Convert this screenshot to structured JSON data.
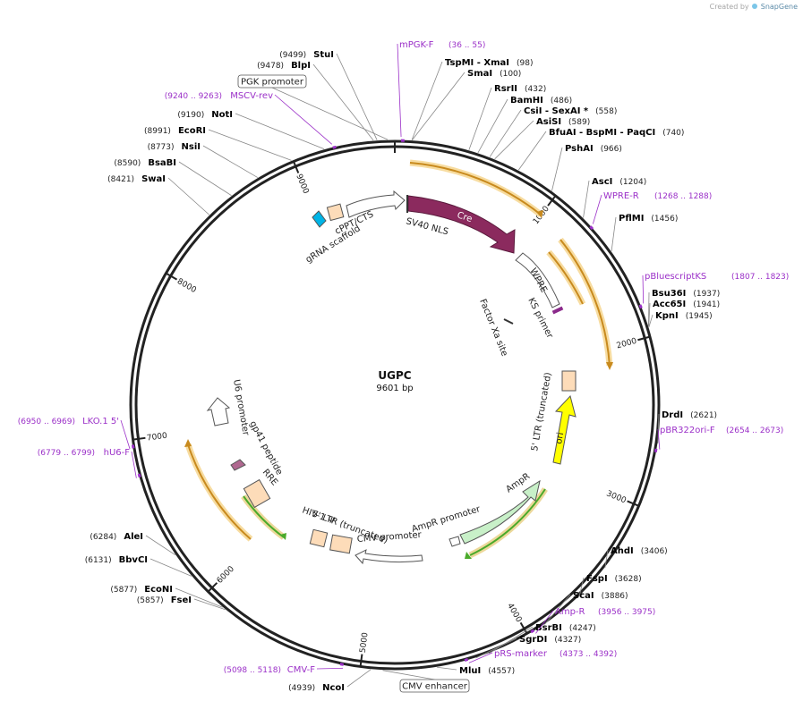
{
  "brand": {
    "created_by": "Created by",
    "name": "SnapGene"
  },
  "plasmid": {
    "name": "UGPC",
    "length_label": "9601 bp",
    "length": 9601
  },
  "colors": {
    "enzyme_text": "#000000",
    "primer": "#9b30c8",
    "cre": "#8b2a5e",
    "orf_highlight": "#f0c878",
    "orf_arrow": "#c88a1e",
    "green_arrow": "#4aaa2a",
    "ampr": "#c8f0c8",
    "ori": "#ffff00",
    "ltr": "#fddcb9",
    "cppt": "#00b4e6",
    "gp41": "#b06890"
  },
  "ticks": [
    {
      "pos": 1000,
      "label": "1000"
    },
    {
      "pos": 2000,
      "label": "2000"
    },
    {
      "pos": 3000,
      "label": "3000"
    },
    {
      "pos": 4000,
      "label": "4000"
    },
    {
      "pos": 5000,
      "label": "5000"
    },
    {
      "pos": 6000,
      "label": "6000"
    },
    {
      "pos": 7000,
      "label": "7000"
    },
    {
      "pos": 8000,
      "label": "8000"
    },
    {
      "pos": 9000,
      "label": "9000"
    }
  ],
  "enzymes": [
    {
      "name": "StuI",
      "pos_label": "(9499)",
      "site": 9499
    },
    {
      "name": "BlpI",
      "pos_label": "(9478)",
      "site": 9478
    },
    {
      "name": "NotI",
      "pos_label": "(9190)",
      "site": 9190
    },
    {
      "name": "EcoRI",
      "pos_label": "(8991)",
      "site": 8991
    },
    {
      "name": "NsiI",
      "pos_label": "(8773)",
      "site": 8773
    },
    {
      "name": "BsaBI",
      "pos_label": "(8590)",
      "site": 8590
    },
    {
      "name": "SwaI",
      "pos_label": "(8421)",
      "site": 8421
    },
    {
      "name": "TspMI  - XmaI",
      "pos_label": "(98)",
      "site": 98
    },
    {
      "name": "SmaI",
      "pos_label": "(100)",
      "site": 100
    },
    {
      "name": "RsrII",
      "pos_label": "(432)",
      "site": 432
    },
    {
      "name": "BamHI",
      "pos_label": "(486)",
      "site": 486
    },
    {
      "name": "CsiI  - SexAI *",
      "pos_label": "(558)",
      "site": 558
    },
    {
      "name": "AsiSI",
      "pos_label": "(589)",
      "site": 589
    },
    {
      "name": "BfuAI  - BspMI  - PaqCI",
      "pos_label": "(740)",
      "site": 740
    },
    {
      "name": "PshAI",
      "pos_label": "(966)",
      "site": 966
    },
    {
      "name": "AscI",
      "pos_label": "(1204)",
      "site": 1204
    },
    {
      "name": "PflMI",
      "pos_label": "(1456)",
      "site": 1456
    },
    {
      "name": "Bsu36I",
      "pos_label": "(1937)",
      "site": 1937
    },
    {
      "name": "Acc65I",
      "pos_label": "(1941)",
      "site": 1941
    },
    {
      "name": "KpnI",
      "pos_label": "(1945)",
      "site": 1945
    },
    {
      "name": "DrdI",
      "pos_label": "(2621)",
      "site": 2621
    },
    {
      "name": "AhdI",
      "pos_label": "(3406)",
      "site": 3406
    },
    {
      "name": "FspI",
      "pos_label": "(3628)",
      "site": 3628
    },
    {
      "name": "ScaI",
      "pos_label": "(3886)",
      "site": 3886
    },
    {
      "name": "BsrBI",
      "pos_label": "(4247)",
      "site": 4247
    },
    {
      "name": "SgrDI",
      "pos_label": "(4327)",
      "site": 4327
    },
    {
      "name": "MluI",
      "pos_label": "(4557)",
      "site": 4557
    },
    {
      "name": "NcoI",
      "pos_label": "(4939)",
      "site": 4939
    },
    {
      "name": "FseI",
      "pos_label": "(5857)",
      "site": 5857
    },
    {
      "name": "EcoNI",
      "pos_label": "(5877)",
      "site": 5877
    },
    {
      "name": "BbvCI",
      "pos_label": "(6131)",
      "site": 6131
    },
    {
      "name": "AleI",
      "pos_label": "(6284)",
      "site": 6284
    }
  ],
  "primers": [
    {
      "name": "mPGK-F",
      "range": "(36 .. 55)",
      "start": 36
    },
    {
      "name": "MSCV-rev",
      "range": "(9240 .. 9263)",
      "start": 9240
    },
    {
      "name": "WPRE-R",
      "range": "(1268 .. 1288)",
      "start": 1268
    },
    {
      "name": "pBluescriptKS",
      "range": "(1807 .. 1823)",
      "start": 1807
    },
    {
      "name": "pBR322ori-F",
      "range": "(2654 .. 2673)",
      "start": 2654
    },
    {
      "name": "Amp-R",
      "range": "(3956 .. 3975)",
      "start": 3956
    },
    {
      "name": "pRS-marker",
      "range": "(4373 .. 4392)",
      "start": 4373
    },
    {
      "name": "CMV-F",
      "range": "(5098 .. 5118)",
      "start": 5098
    },
    {
      "name": "hU6-F",
      "range": "(6779 .. 6799)",
      "start": 6779
    },
    {
      "name": "LKO.1 5'",
      "range": "(6950 .. 6969)",
      "start": 6950
    }
  ],
  "boxed_features": [
    {
      "name": "PGK promoter",
      "site": 9560
    },
    {
      "name": "CMV enhancer",
      "site": 4870
    }
  ],
  "features": [
    {
      "name": "Cre",
      "start": 130,
      "end": 1160
    },
    {
      "name": "SV40 NLS",
      "start": 130,
      "end": 160
    },
    {
      "name": "WPRE",
      "start": 1200,
      "end": 1800
    },
    {
      "name": "KS primer",
      "start": 1790,
      "end": 1830
    },
    {
      "name": "Factor Xa site",
      "start": 1850,
      "end": 1870
    },
    {
      "name": "5' LTR (truncated)",
      "start": 2480,
      "end": 2660
    },
    {
      "name": "ori",
      "start": 2720,
      "end": 3300
    },
    {
      "name": "AmpR",
      "start": 3460,
      "end": 4320
    },
    {
      "name": "AmpR promoter",
      "start": 4320,
      "end": 4430
    },
    {
      "name": "CMV promoter",
      "start": 4930,
      "end": 5280
    },
    {
      "name": "5' LTR (truncated)",
      "start": 5300,
      "end": 5430
    },
    {
      "name": "HIV-1 Ψ",
      "start": 5440,
      "end": 5570
    },
    {
      "name": "RRE",
      "start": 5900,
      "end": 6080
    },
    {
      "name": "gp41 peptide",
      "start": 6150,
      "end": 6200
    },
    {
      "name": "U6 promoter",
      "start": 6700,
      "end": 6960
    },
    {
      "name": "cPPT/CTS",
      "start": 8950,
      "end": 9060
    },
    {
      "name": "gRNA scaffold",
      "start": 9100,
      "end": 9180
    }
  ]
}
